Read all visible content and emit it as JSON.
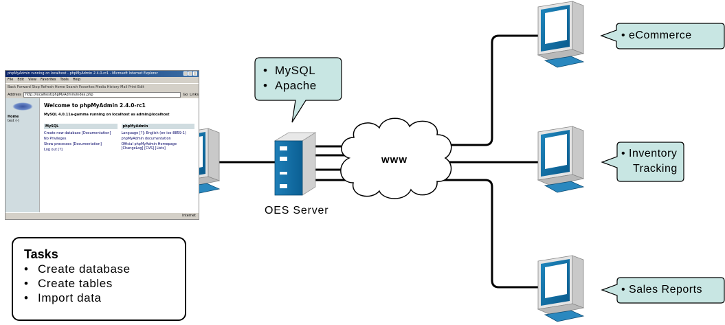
{
  "browser": {
    "window_title": "phpMyAdmin running on localhost - phpMyAdmin 2.4.0-rc1 - Microsoft Internet Explorer",
    "menu": [
      "File",
      "Edit",
      "View",
      "Favorites",
      "Tools",
      "Help"
    ],
    "toolbar_text": "Back  Forward  Stop  Refresh  Home  Search  Favorites  Media  History  Mail  Print  Edit",
    "address_label": "Address",
    "address_value": "http://localhost/phpMyAdmin/index.php",
    "go_label": "Go",
    "links_label": "Links",
    "sidebar_home": "Home",
    "sidebar_test": "test (-)",
    "heading": "Welcome to phpMyAdmin 2.4.0-rc1",
    "subheading": "MySQL 4.0.11a-gamma running on localhost as admin@localhost",
    "mysql_header": "MySQL",
    "mysql_items": [
      "Create new database [Documentation]",
      "No Privileges",
      "Show processes [Documentation]",
      "Log out [?]"
    ],
    "pma_header": "phpMyAdmin",
    "pma_items": [
      "Language [?]: English (en-iso-8859-1)",
      "phpMyAdmin documentation",
      "Official phpMyAdmin Homepage [ChangeLog] [CVS] [Lists]"
    ],
    "status_text": "Internet"
  },
  "tasks": {
    "title": "Tasks",
    "items": [
      "Create database",
      "Create tables",
      "Import data"
    ]
  },
  "server_callout": {
    "items": [
      "MySQL",
      "Apache"
    ]
  },
  "server_label": "OES Server",
  "cloud_label": "www",
  "clients": [
    {
      "lines": [
        "• eCommerce"
      ]
    },
    {
      "lines": [
        "• Inventory",
        "Tracking"
      ]
    },
    {
      "lines": [
        "• Sales Reports"
      ]
    }
  ],
  "colors": {
    "callout_fill": "#c8e6e3",
    "monitor_blue": "#0a6fa6",
    "line": "#000000"
  }
}
